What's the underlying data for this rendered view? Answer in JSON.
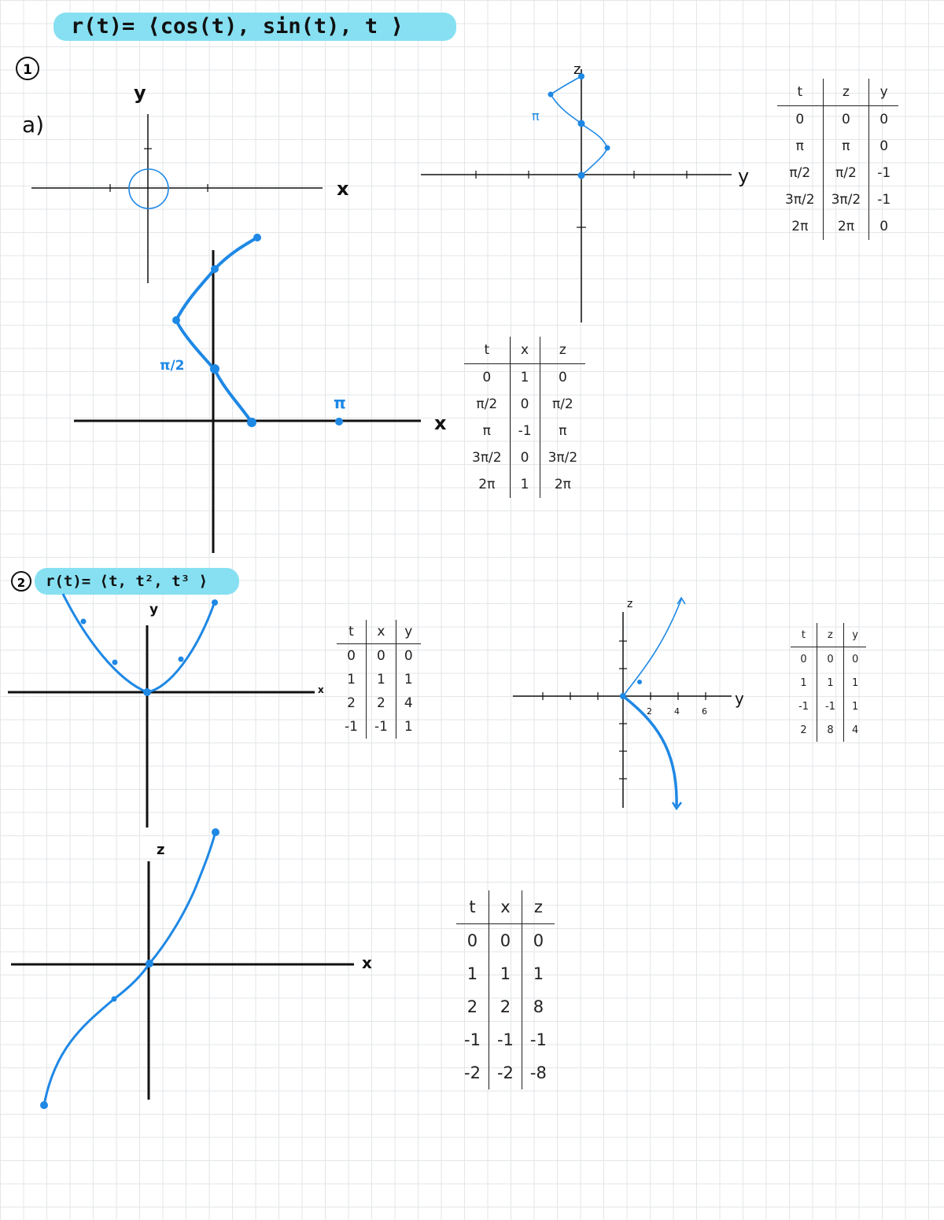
{
  "problem1": {
    "title": "r(t)= ⟨cos(t), sin(t), t ⟩",
    "number": "1",
    "part": "a)",
    "plot_xy": {
      "ylabel": "y",
      "xlabel": "x"
    },
    "plot_xz": {
      "xlabel": "x",
      "label_pi_half": "π/2",
      "label_pi": "π"
    },
    "plot_yz": {
      "zlabel": "z",
      "ylabel": "y",
      "label_pi": "π"
    },
    "table_x_z": {
      "headers": [
        "t",
        "x",
        "z"
      ],
      "rows": [
        [
          "0",
          "1",
          "0"
        ],
        [
          "π/2",
          "0",
          "π/2"
        ],
        [
          "π",
          "-1",
          "π"
        ],
        [
          "3π/2",
          "0",
          "3π/2"
        ],
        [
          "2π",
          "1",
          "2π"
        ]
      ]
    },
    "table_z_y": {
      "headers": [
        "t",
        "z",
        "y"
      ],
      "rows": [
        [
          "0",
          "0",
          "0"
        ],
        [
          "π",
          "π",
          "0"
        ],
        [
          "π/2",
          "π/2",
          "-1"
        ],
        [
          "3π/2",
          "3π/2",
          "-1"
        ],
        [
          "2π",
          "2π",
          "0"
        ]
      ]
    }
  },
  "problem2": {
    "title": "r(t)= ⟨t, t², t³ ⟩",
    "number": "2",
    "plot_xy": {
      "ylabel": "y",
      "xlabel": "x"
    },
    "plot_yz": {
      "zlabel": "z",
      "ylabel": "y",
      "ticks": [
        "2",
        "4",
        "6"
      ]
    },
    "plot_xz": {
      "zlabel": "z",
      "xlabel": "x"
    },
    "table_x_y": {
      "headers": [
        "t",
        "x",
        "y"
      ],
      "rows": [
        [
          "0",
          "0",
          "0"
        ],
        [
          "1",
          "1",
          "1"
        ],
        [
          "2",
          "2",
          "4"
        ],
        [
          "-1",
          "-1",
          "1"
        ]
      ]
    },
    "table_z_y": {
      "headers": [
        "t",
        "z",
        "y"
      ],
      "rows": [
        [
          "0",
          "0",
          "0"
        ],
        [
          "1",
          "1",
          "1"
        ],
        [
          "-1",
          "-1",
          "1"
        ],
        [
          "2",
          "8",
          "4"
        ]
      ]
    },
    "table_x_z": {
      "headers": [
        "t",
        "x",
        "z"
      ],
      "rows": [
        [
          "0",
          "0",
          "0"
        ],
        [
          "1",
          "1",
          "1"
        ],
        [
          "2",
          "2",
          "8"
        ],
        [
          "-1",
          "-1",
          "-1"
        ],
        [
          "-2",
          "-2",
          "-8"
        ]
      ]
    }
  },
  "colors": {
    "ink": "#111111",
    "curve": "#1e88e5",
    "highlight": "#86e0f2",
    "grid": "#e3e6e8"
  }
}
